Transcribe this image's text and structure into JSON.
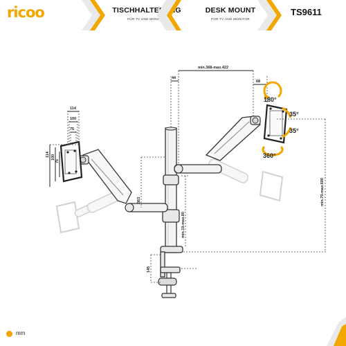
{
  "brand": {
    "logo_text": "ricoo",
    "accent": "#f2a600"
  },
  "header": {
    "title_de": "TISCHHALTERUNG",
    "sub_de": "FÜR TV UND MONITOR",
    "title_en": "DESK MOUNT",
    "sub_en": "FOR TV AND MONITOR",
    "model": "TS9611"
  },
  "dimensions": {
    "d114": "114",
    "d100": "100",
    "d75": "75",
    "v114": "114",
    "v100": "100",
    "v75": "75",
    "d44": "44",
    "d68": "68",
    "reach": "min.368-max.422",
    "height": "min.70-max.600",
    "d363": "363",
    "d80": "min.10-max.80",
    "d145": "145"
  },
  "angles": {
    "rot180": "180°",
    "tilt_up": "35°",
    "tilt_down": "35°",
    "rot360": "360°"
  },
  "footer": {
    "unit": "mm"
  }
}
